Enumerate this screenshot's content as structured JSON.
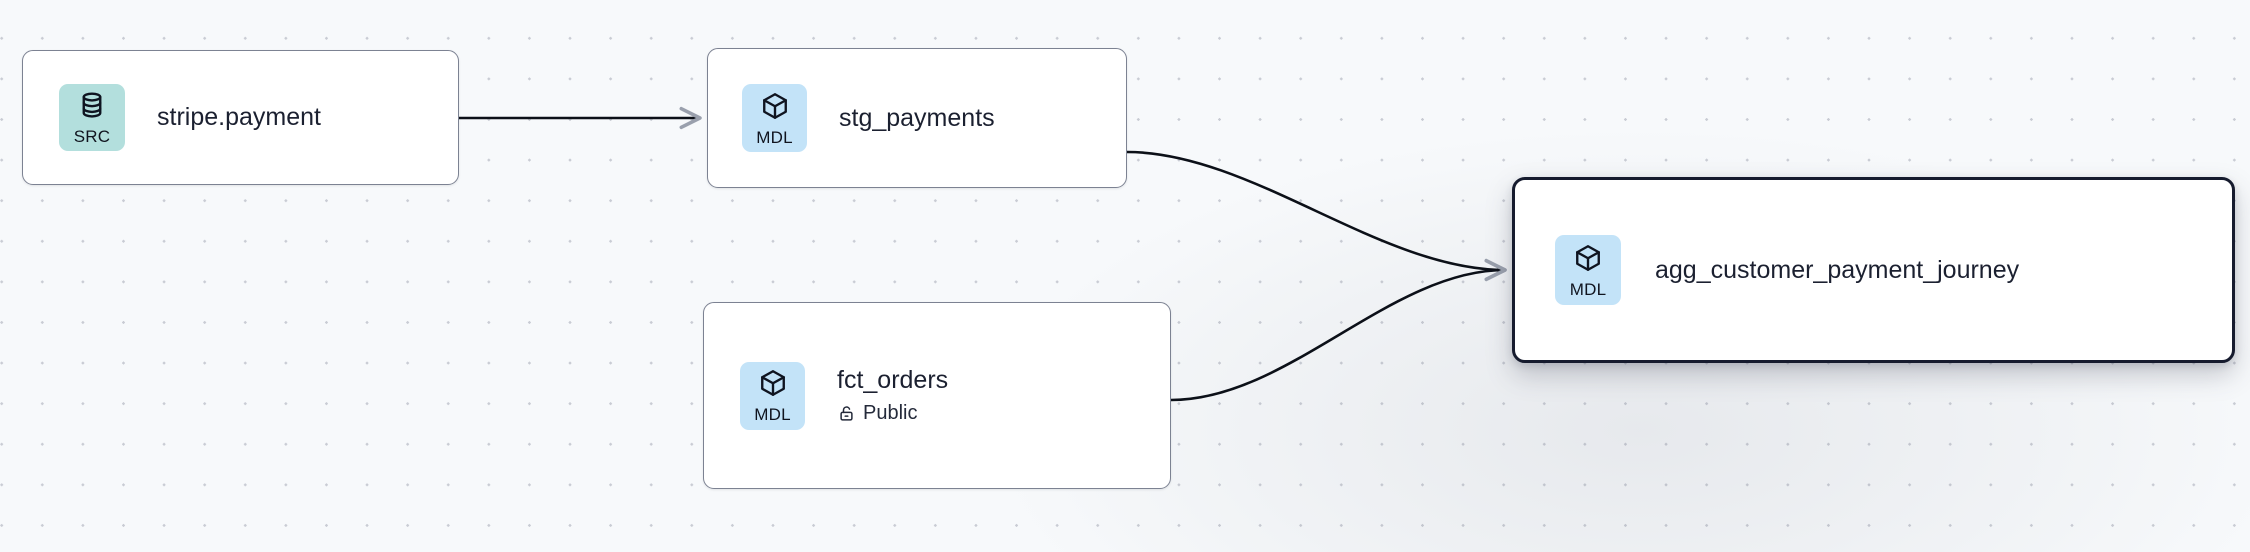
{
  "graph": {
    "type": "lineage-dag",
    "background": "#f7f9fb",
    "grid": "dot-grid",
    "nodes": [
      {
        "id": "stripe-payment",
        "title": "stripe.payment",
        "badge_label": "SRC",
        "badge_icon": "database-icon",
        "badge_color": "#b3dfdd",
        "selected": false,
        "subtitle": null,
        "subtitle_icon": null
      },
      {
        "id": "stg-payments",
        "title": "stg_payments",
        "badge_label": "MDL",
        "badge_icon": "cube-icon",
        "badge_color": "#c3e3f8",
        "selected": false,
        "subtitle": null,
        "subtitle_icon": null
      },
      {
        "id": "fct-orders",
        "title": "fct_orders",
        "badge_label": "MDL",
        "badge_icon": "cube-icon",
        "badge_color": "#c3e3f8",
        "selected": false,
        "subtitle": "Public",
        "subtitle_icon": "unlock-icon"
      },
      {
        "id": "agg-customer-payment-journey",
        "title": "agg_customer_payment_journey",
        "badge_label": "MDL",
        "badge_icon": "cube-icon",
        "badge_color": "#c3e3f8",
        "selected": true,
        "subtitle": null,
        "subtitle_icon": null
      }
    ],
    "edges": [
      {
        "id": "e1",
        "from": "stripe-payment",
        "to": "stg-payments",
        "style": "straight",
        "color": "#0c1018"
      },
      {
        "id": "e2",
        "from": "stg-payments",
        "to": "agg-customer-payment-journey",
        "style": "bezier",
        "color": "#0c1018"
      },
      {
        "id": "e3",
        "from": "fct-orders",
        "to": "agg-customer-payment-journey",
        "style": "bezier",
        "color": "#0c1018"
      }
    ],
    "edge_arrow_color": "#9aa0ad"
  }
}
